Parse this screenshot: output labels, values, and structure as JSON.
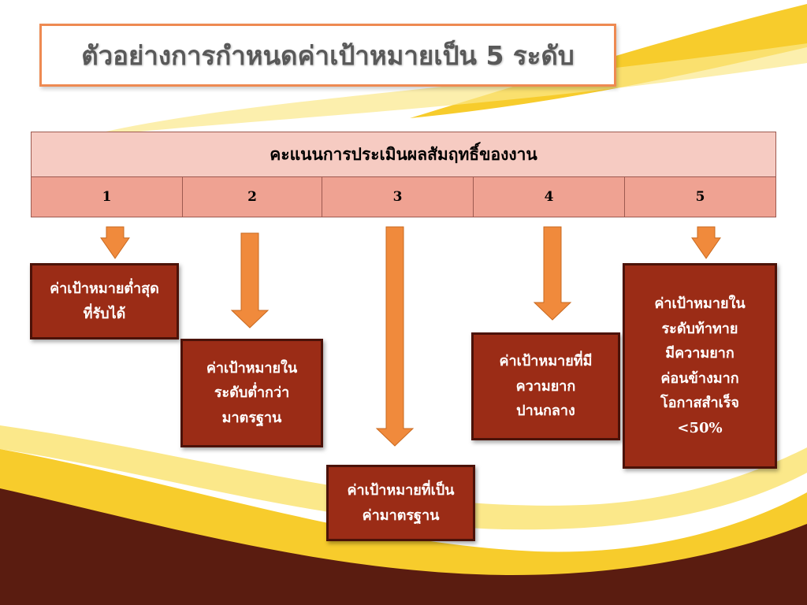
{
  "title": "ตัวอย่างการกำหนดค่าเป้าหมายเป็น 5 ระดับ",
  "table": {
    "header": "คะแนนการประเมินผลสัมฤทธิ์ของงาน",
    "scores": [
      "1",
      "2",
      "3",
      "4",
      "5"
    ]
  },
  "levels": [
    {
      "label": "ค่าเป้าหมายต่ำสุด\nที่รับได้"
    },
    {
      "label": "ค่าเป้าหมายใน\nระดับต่ำกว่า\nมาตรฐาน"
    },
    {
      "label": "ค่าเป้าหมายที่เป็น\nค่ามาตรฐาน"
    },
    {
      "label": "ค่าเป้าหมายที่มี\nความยาก\nปานกลาง"
    },
    {
      "label": "ค่าเป้าหมายใน\nระดับท้าทาย\nมีความยาก\nค่อนข้างมาก\nโอกาสสำเร็จ\n<50%"
    }
  ],
  "colors": {
    "arrow": "#f08a3c",
    "box": "#9b2c16",
    "header": "#f6cbc2",
    "score_row": "#efa292",
    "dark_wave": "#5a1c10",
    "yellow_wave": "#f7cc2c"
  }
}
